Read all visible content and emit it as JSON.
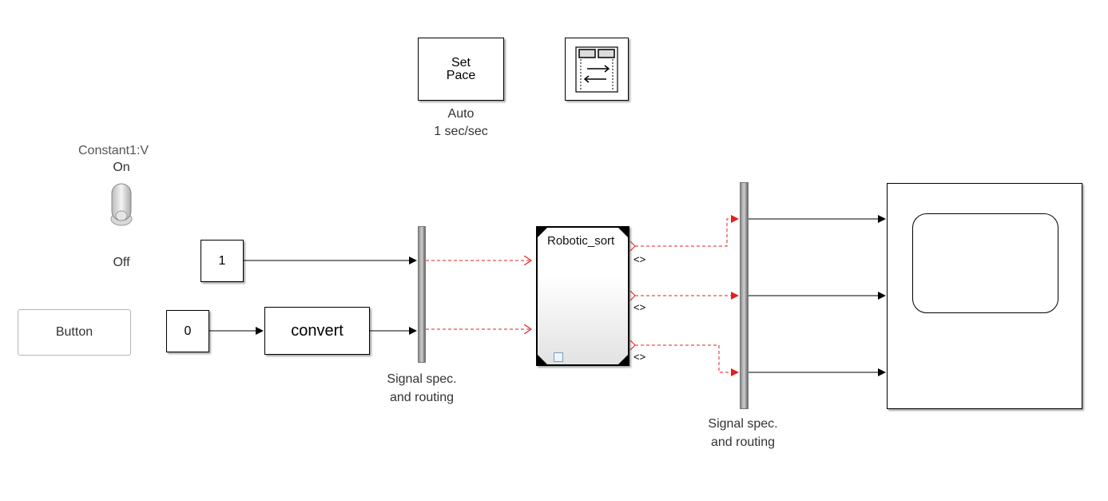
{
  "pacer": {
    "title_line1": "Set",
    "title_line2": "Pace",
    "mode": "Auto",
    "rate": "1 sec/sec"
  },
  "toggle": {
    "param": "Constant1:V",
    "on_label": "On",
    "off_label": "Off"
  },
  "button": {
    "label": "Button"
  },
  "const1": {
    "value": "1"
  },
  "const0": {
    "value": "0"
  },
  "convert": {
    "label": "convert"
  },
  "bus1": {
    "caption_line1": "Signal spec.",
    "caption_line2": "and routing"
  },
  "bus2": {
    "caption_line1": "Signal spec.",
    "caption_line2": "and routing"
  },
  "robotic": {
    "title": "Robotic_sort",
    "port_labels": [
      "<>",
      "<>",
      "<>"
    ]
  },
  "colors": {
    "signal_dashed": "#e02020",
    "wire": "#000000"
  }
}
